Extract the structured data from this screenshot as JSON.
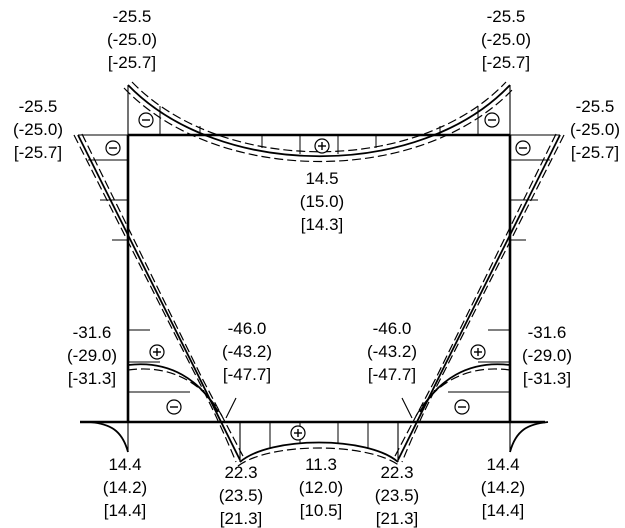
{
  "labels": {
    "top_left_corner": [
      "-25.5",
      "(-25.0)",
      "[-25.7]"
    ],
    "top_right_corner": [
      "-25.5",
      "(-25.0)",
      "[-25.7]"
    ],
    "left_col_top": [
      "-25.5",
      "(-25.0)",
      "[-25.7]"
    ],
    "right_col_top": [
      "-25.5",
      "(-25.0)",
      "[-25.7]"
    ],
    "top_beam_mid": [
      "14.5",
      "(15.0)",
      "[14.3]"
    ],
    "left_col_low": [
      "-31.6",
      "(-29.0)",
      "[-31.3]"
    ],
    "right_col_low": [
      "-31.6",
      "(-29.0)",
      "[-31.3]"
    ],
    "left_knee": [
      "-46.0",
      "(-43.2)",
      "[-47.7]"
    ],
    "right_knee": [
      "-46.0",
      "(-43.2)",
      "[-47.7]"
    ],
    "left_support": [
      "14.4",
      "(14.2)",
      "[14.4]"
    ],
    "right_support": [
      "14.4",
      "(14.2)",
      "[14.4]"
    ],
    "bottom_left": [
      "22.3",
      "(23.5)",
      "[21.3]"
    ],
    "bottom_right": [
      "22.3",
      "(23.5)",
      "[21.3]"
    ],
    "bottom_mid": [
      "11.3",
      "(12.0)",
      "[10.5]"
    ]
  },
  "sign_symbols": {
    "negative": "minus-sign",
    "positive": "plus-sign"
  }
}
